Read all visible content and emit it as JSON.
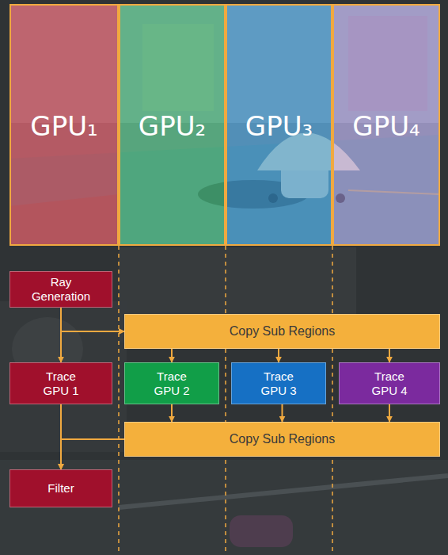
{
  "diagram": {
    "nodes": [
      {
        "text": [
          "GPU₁"
        ]
      },
      {
        "text": [
          "GPU₂"
        ]
      },
      {
        "text": [
          "GPU₃"
        ]
      },
      {
        "text": [
          "GPU₄"
        ]
      },
      {
        "text": [
          "Ray Generation"
        ]
      },
      {
        "text": [
          "Copy Sub Regions"
        ]
      },
      {
        "text": [
          "Trace GPU 1"
        ]
      },
      {
        "text": [
          "Trace GPU 2"
        ]
      },
      {
        "text": [
          "Trace GPU 3"
        ]
      },
      {
        "text": [
          "Trace GPU 4"
        ]
      },
      {
        "text": [
          "Copy Sub Regions"
        ]
      },
      {
        "text": [
          "Filter"
        ]
      }
    ],
    "edges": [
      {
        "from": 4,
        "to": 6,
        "arrow": "to"
      },
      {
        "from": 4,
        "to": 5,
        "arrow": "to"
      },
      {
        "from": 5,
        "to": 7,
        "arrow": "to"
      },
      {
        "from": 5,
        "to": 8,
        "arrow": "to"
      },
      {
        "from": 5,
        "to": 9,
        "arrow": "to"
      },
      {
        "from": 6,
        "to": 11,
        "arrow": "to"
      },
      {
        "from": 7,
        "to": 10,
        "arrow": "to"
      },
      {
        "from": 8,
        "to": 10,
        "arrow": "to"
      },
      {
        "from": 9,
        "to": 10,
        "arrow": "to"
      },
      {
        "from": 10,
        "to": 11,
        "arrow": "to"
      }
    ]
  }
}
